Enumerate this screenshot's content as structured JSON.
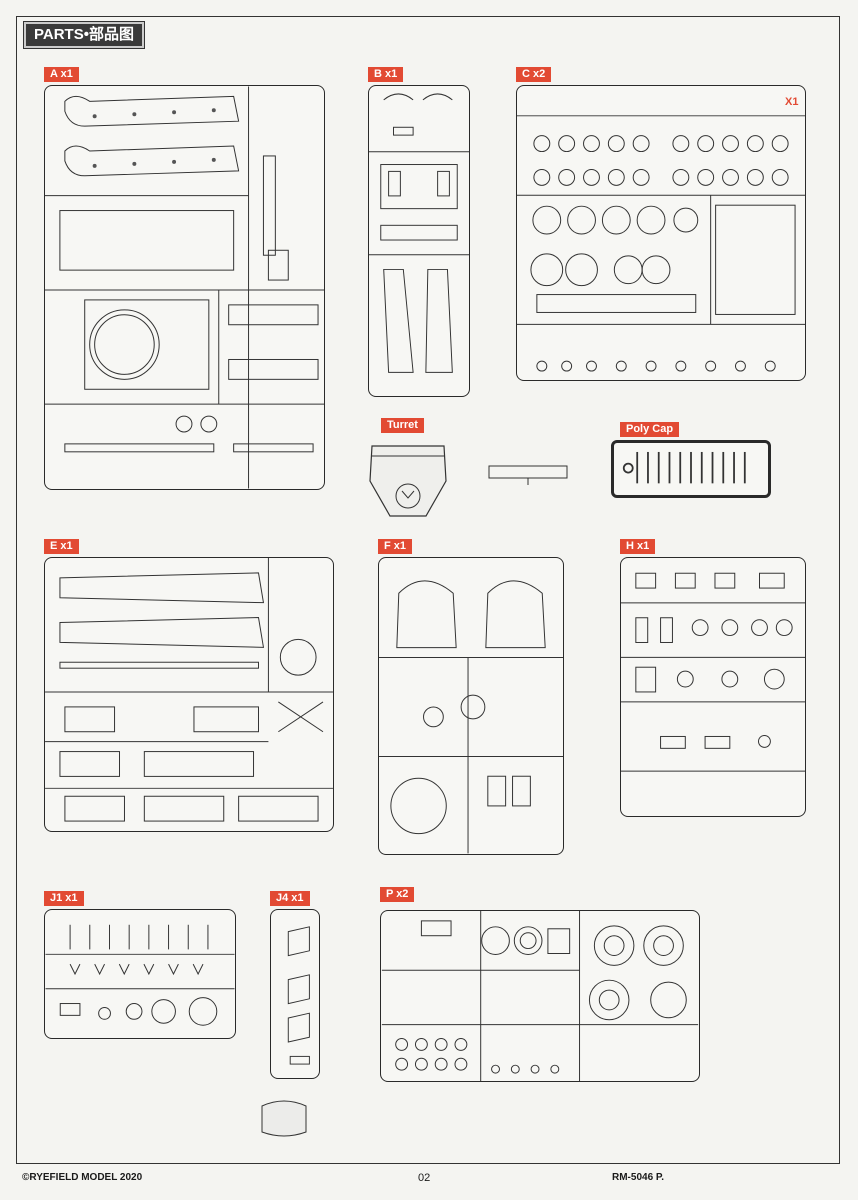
{
  "header": {
    "title": "PARTS•部品图"
  },
  "sprues": {
    "A": {
      "label": "A x1"
    },
    "B": {
      "label": "B x1"
    },
    "C": {
      "label": "C x2",
      "note": "X1"
    },
    "Turret": {
      "label": "Turret"
    },
    "PolyCap": {
      "label": "Poly Cap"
    },
    "E": {
      "label": "E x1"
    },
    "F": {
      "label": "F x1"
    },
    "H": {
      "label": "H x1"
    },
    "J1": {
      "label": "J1 x1"
    },
    "J4": {
      "label": "J4 x1"
    },
    "P": {
      "label": "P x2"
    }
  },
  "footer": {
    "copyright": "©RYEFIELD MODEL 2020",
    "page": "02",
    "code": "RM-5046  P."
  },
  "colors": {
    "tag": "#e24a33",
    "line": "#2a2a2a",
    "header_bg": "#3a3a3a"
  }
}
